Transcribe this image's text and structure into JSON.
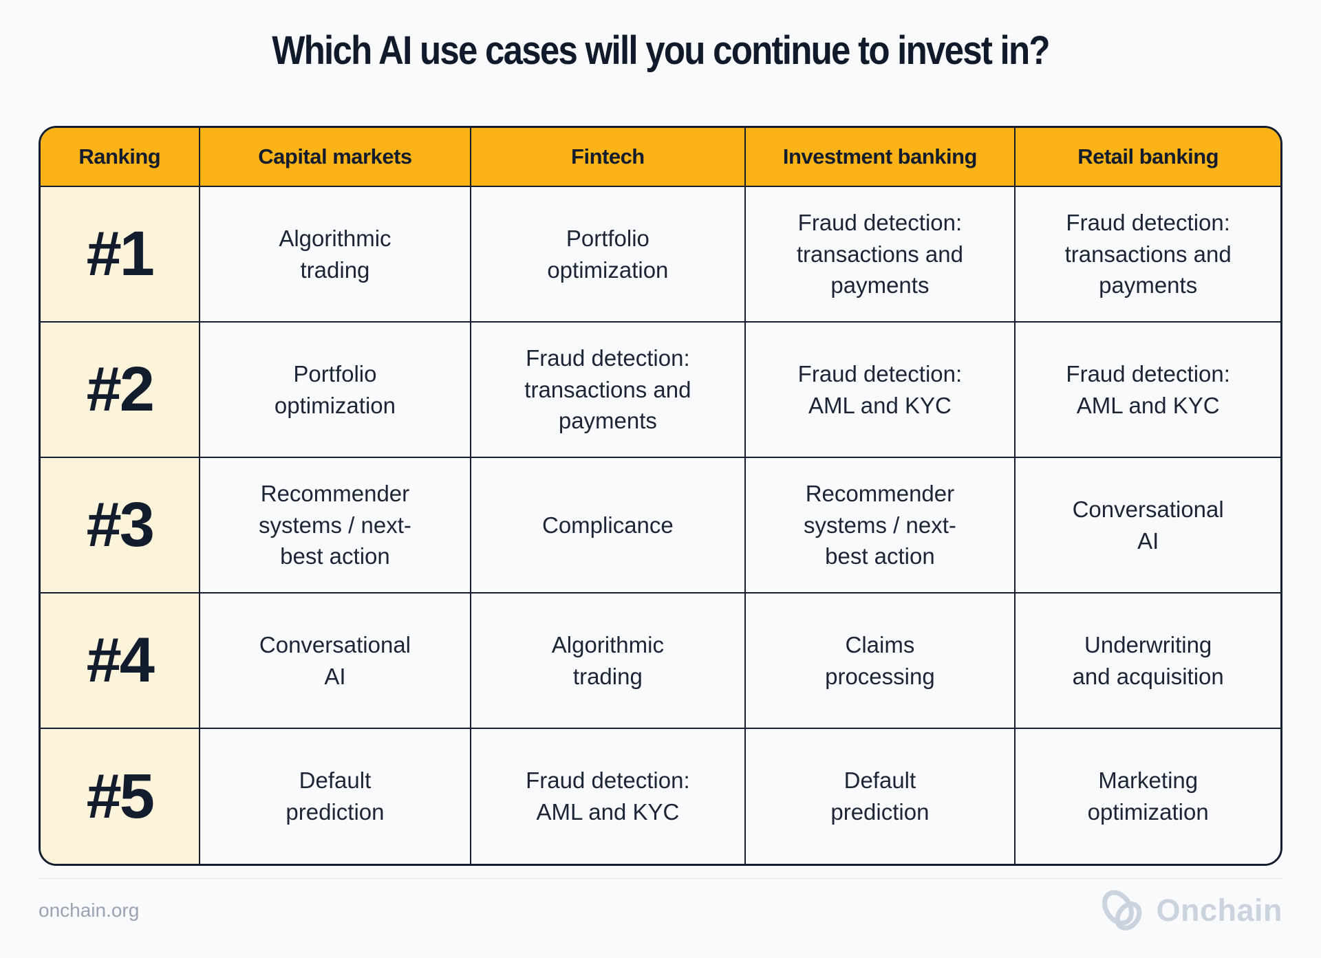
{
  "title": "Which AI use cases will you continue to invest in?",
  "table": {
    "headers": [
      "Ranking",
      "Capital markets",
      "Fintech",
      "Investment banking",
      "Retail banking"
    ],
    "rows": [
      {
        "rank": "#1",
        "cells": [
          "Algorithmic\ntrading",
          "Portfolio\noptimization",
          "Fraud detection:\ntransactions and\npayments",
          "Fraud detection:\ntransactions and\npayments"
        ]
      },
      {
        "rank": "#2",
        "cells": [
          "Portfolio\noptimization",
          "Fraud detection:\ntransactions and\npayments",
          "Fraud detection:\nAML and KYC",
          "Fraud detection:\nAML and KYC"
        ]
      },
      {
        "rank": "#3",
        "cells": [
          "Recommender\nsystems / next-\nbest action",
          "Complicance",
          "Recommender\nsystems / next-\nbest action",
          "Conversational\nAI"
        ]
      },
      {
        "rank": "#4",
        "cells": [
          "Conversational\nAI",
          "Algorithmic\ntrading",
          "Claims\nprocessing",
          "Underwriting\nand acquisition"
        ]
      },
      {
        "rank": "#5",
        "cells": [
          "Default\nprediction",
          "Fraud detection:\nAML and KYC",
          "Default\nprediction",
          "Marketing\noptimization"
        ]
      }
    ]
  },
  "footer": {
    "site": "onchain.org",
    "brand": "Onchain"
  },
  "colors": {
    "header_bg": "#FCB316",
    "rank_bg": "#FCF3DB",
    "border": "#141D2E",
    "text": "#1B2536",
    "page_bg": "#F9FAFB",
    "footer_text": "#99A3B1",
    "logo": "#CBD3DE"
  },
  "chart_data": {
    "type": "table",
    "title": "Which AI use cases will you continue to invest in?",
    "columns": [
      "Ranking",
      "Capital markets",
      "Fintech",
      "Investment banking",
      "Retail banking"
    ],
    "rows": [
      [
        "#1",
        "Algorithmic trading",
        "Portfolio optimization",
        "Fraud detection: transactions and payments",
        "Fraud detection: transactions and payments"
      ],
      [
        "#2",
        "Portfolio optimization",
        "Fraud detection: transactions and payments",
        "Fraud detection: AML and KYC",
        "Fraud detection: AML and KYC"
      ],
      [
        "#3",
        "Recommender systems / next-best action",
        "Complicance",
        "Recommender systems / next-best action",
        "Conversational AI"
      ],
      [
        "#4",
        "Conversational AI",
        "Algorithmic trading",
        "Claims processing",
        "Underwriting and acquisition"
      ],
      [
        "#5",
        "Default prediction",
        "Fraud detection: AML and KYC",
        "Default prediction",
        "Marketing optimization"
      ]
    ],
    "source": "onchain.org"
  }
}
